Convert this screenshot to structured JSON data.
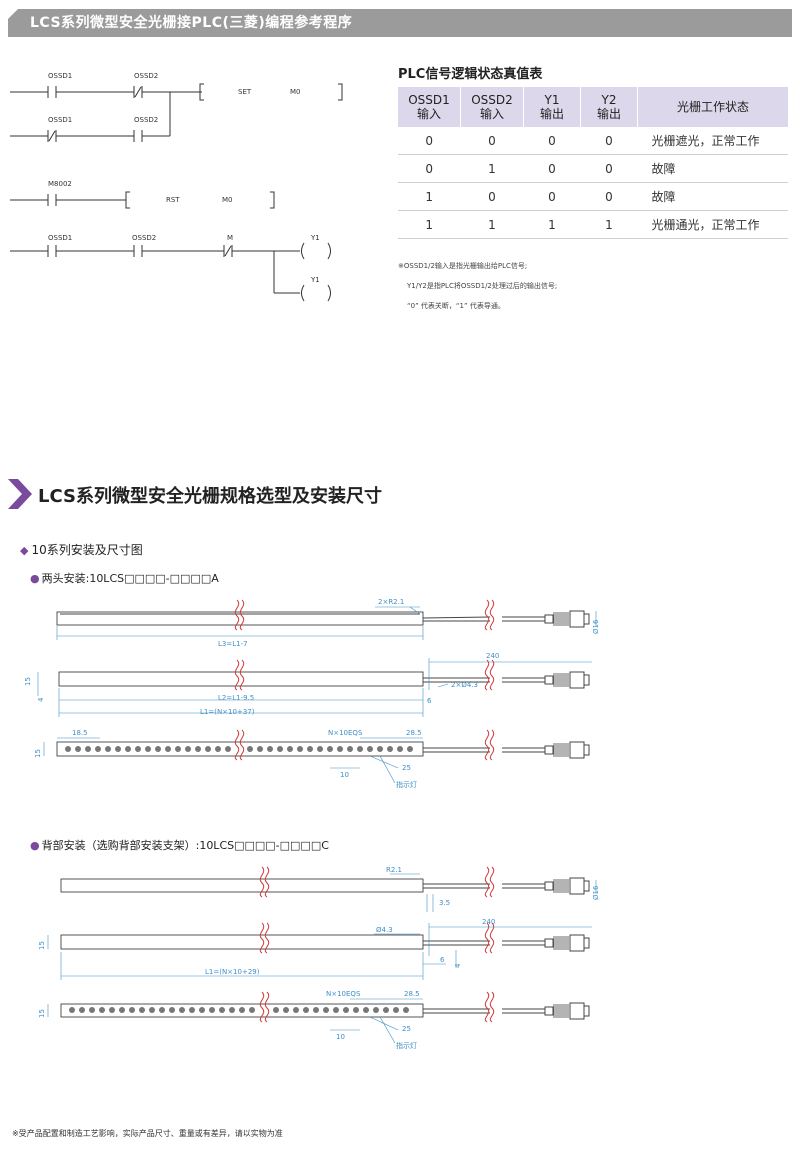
{
  "header": {
    "title": "LCS系列微型安全光栅接PLC(三菱)编程参考程序"
  },
  "ladder": {
    "labels": [
      "OSSD1",
      "OSSD2",
      "SET",
      "M0",
      "OSSD1",
      "OSSD2",
      "M8002",
      "RST",
      "M0",
      "OSSD1",
      "OSSD2",
      "M",
      "Y1",
      "Y1"
    ]
  },
  "truth_table": {
    "title": "PLC信号逻辑状态真值表",
    "headers": [
      [
        "OSSD1",
        "输入"
      ],
      [
        "OSSD2",
        "输入"
      ],
      [
        "Y1",
        "输出"
      ],
      [
        "Y2",
        "输出"
      ],
      [
        "光栅工作状态",
        ""
      ]
    ],
    "rows": [
      [
        "0",
        "0",
        "0",
        "0",
        "光栅遮光，正常工作"
      ],
      [
        "0",
        "1",
        "0",
        "0",
        "故障"
      ],
      [
        "1",
        "0",
        "0",
        "0",
        "故障"
      ],
      [
        "1",
        "1",
        "1",
        "1",
        "光栅通光，正常工作"
      ]
    ]
  },
  "notes": [
    "※OSSD1/2输入是指光栅输出给PLC信号;",
    "Y1/Y2是指PLC将OSSD1/2处理过后的输出信号;",
    "“0” 代表关断，“1” 代表导通。"
  ],
  "section": {
    "title": "LCS系列微型安全光栅规格选型及安装尺寸"
  },
  "subsection": {
    "title": "10系列安装及尺寸图"
  },
  "bullets": {
    "both_ends": "两头安装:10LCS□□□□-□□□□A",
    "back": "背部安装（选购背部安装支架）:10LCS□□□□-□□□□C"
  },
  "dims": {
    "r21a": "2×R2.1",
    "l3": "L3=L1-7",
    "d16a": "Ø16",
    "len240a": "240",
    "h15a": "15",
    "h4a": "4",
    "holes": "2×Ø4.3",
    "l2": "L2=L1-9.5",
    "d6a": "6",
    "l1a": "L1=(N×10+37)",
    "d185": "18.5",
    "eqsa": "N×10EQS",
    "d285a": "28.5",
    "h15b": "15",
    "d10a": "10",
    "d25a": "25",
    "inda": "指示灯",
    "r21b": "R2.1",
    "d35": "3.5",
    "d16b": "Ø16",
    "len240b": "240",
    "hole43": "Ø4.3",
    "h15c": "15",
    "d6b": "6",
    "h4b": "4",
    "l1b": "L1=(N×10+29)",
    "eqsb": "N×10EQS",
    "d285b": "28.5",
    "h15d": "15",
    "d10b": "10",
    "d25b": "25",
    "indb": "指示灯"
  },
  "footer": {
    "text": "※受产品配置和制造工艺影响，实际产品尺寸、重量或有差异，请以实物为准"
  }
}
